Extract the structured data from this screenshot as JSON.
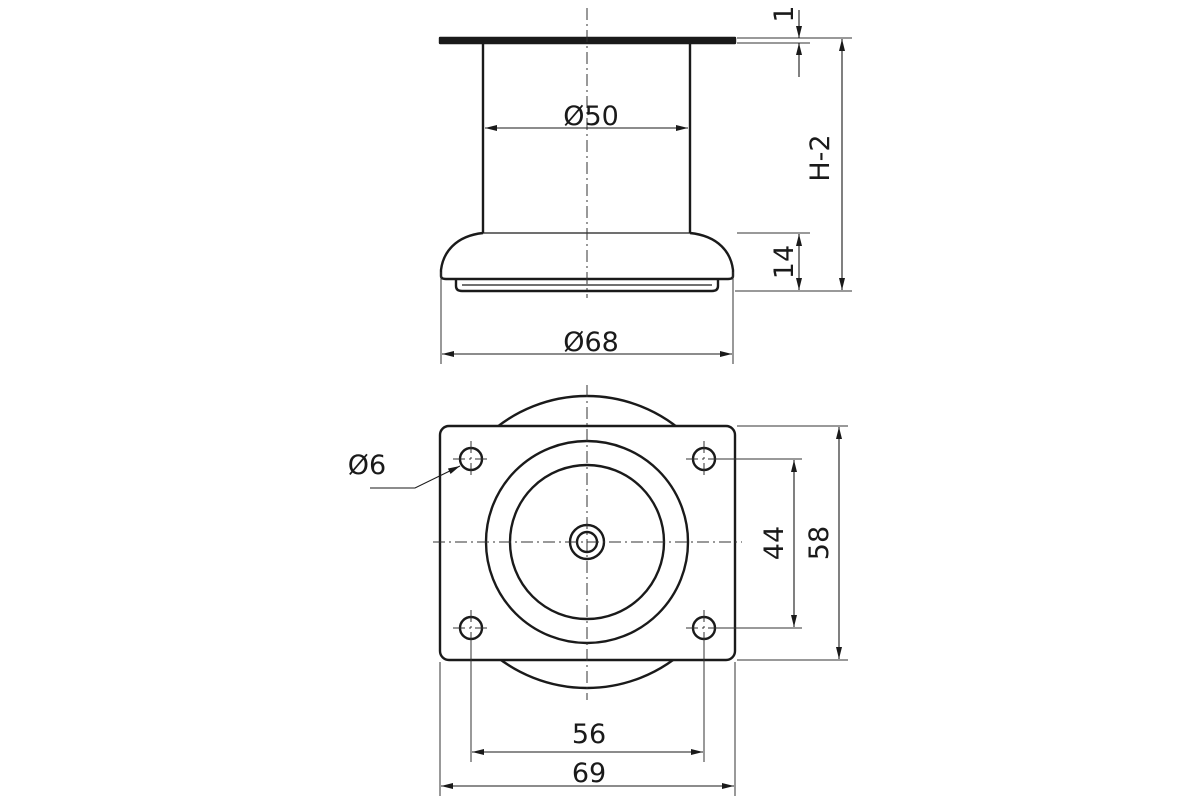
{
  "dimensions": {
    "shaft_diameter": "Ø50",
    "base_diameter": "Ø68",
    "plate_thickness": "1",
    "height": "H-2",
    "base_height": "14",
    "hole_diameter": "Ø6",
    "hole_spacing_vertical": "44",
    "plate_height": "58",
    "hole_spacing_horizontal": "56",
    "plate_width": "69"
  },
  "colors": {
    "line": "#1a1a1a",
    "background": "#ffffff"
  }
}
